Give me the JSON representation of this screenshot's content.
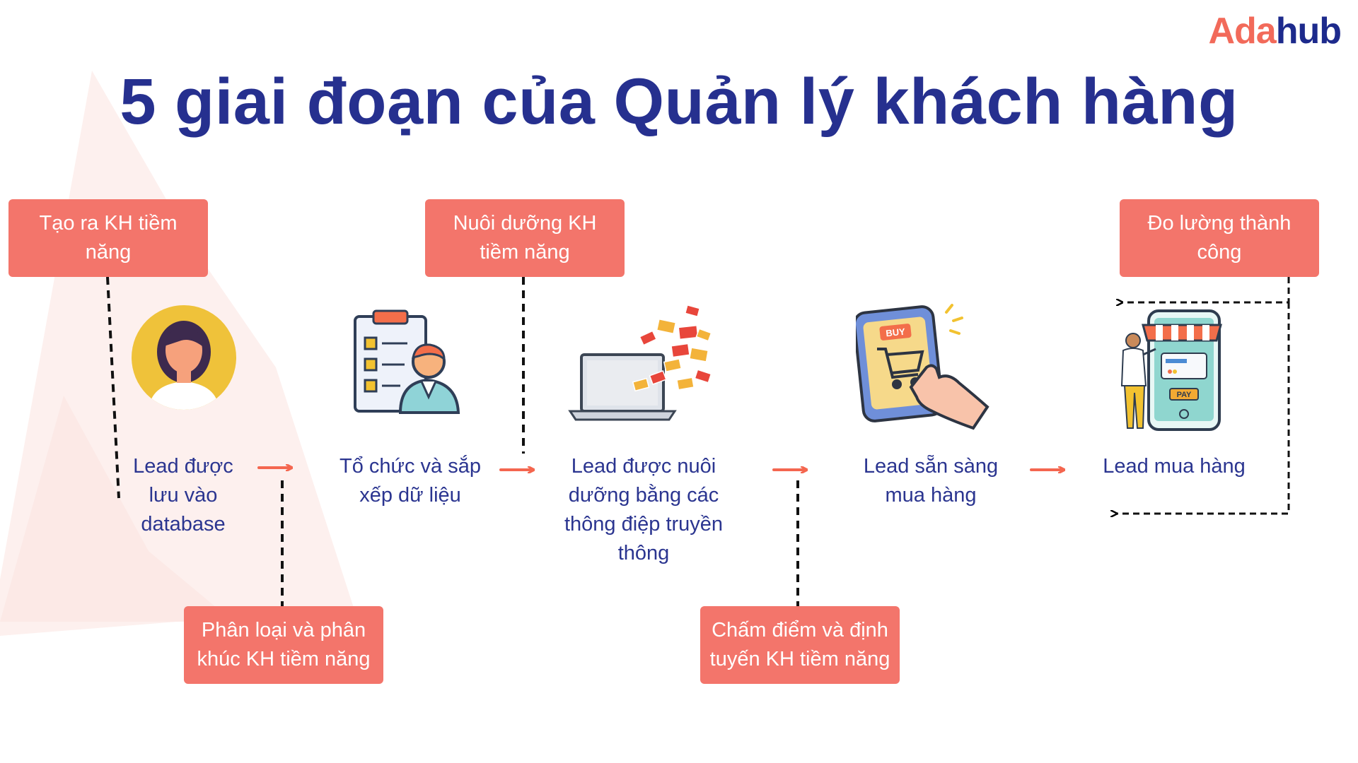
{
  "brand": {
    "logo_part1": "Ada",
    "logo_part2": "hub",
    "accent_color": "#f3756b",
    "title_color": "#26308f"
  },
  "title": "5 giai đoạn của Quản lý khách hàng",
  "top_callouts": [
    {
      "label": "Tạo ra KH tiềm năng"
    },
    {
      "label": "Nuôi dưỡng KH tiềm năng"
    },
    {
      "label": "Đo lường thành công"
    }
  ],
  "bottom_callouts": [
    {
      "label": "Phân loại và phân khúc KH tiềm năng"
    },
    {
      "label": "Chấm điểm và định tuyến KH tiềm năng"
    }
  ],
  "stages": [
    {
      "label": "Lead được lưu vào database",
      "icon": "user-avatar-icon"
    },
    {
      "label": "Tổ chức và sắp xếp dữ liệu",
      "icon": "clipboard-checklist-icon"
    },
    {
      "label": "Lead được nuôi dưỡng bằng các thông điệp truyền thông",
      "icon": "laptop-emails-icon"
    },
    {
      "label": "Lead sẵn sàng mua hàng",
      "icon": "phone-buy-cart-icon"
    },
    {
      "label": "Lead mua hàng",
      "icon": "mobile-shop-pay-icon"
    }
  ],
  "illustration_text": {
    "buy": "BUY",
    "pay": "PAY"
  }
}
